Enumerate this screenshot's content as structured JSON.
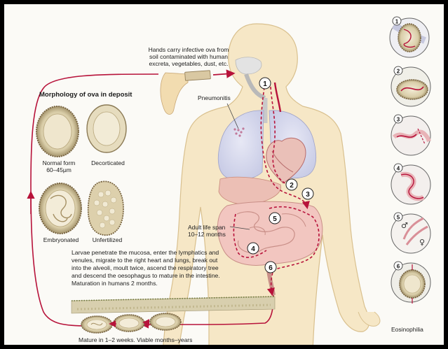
{
  "labels": {
    "hands": [
      "Hands carry infective ova from",
      "soil contaminated with human",
      "excreta, vegetables, dust, etc."
    ],
    "pneumonitis": "Pneumonitis",
    "morphology_title": "Morphology of ova in deposit",
    "normal_form": [
      "Normal form",
      "60–45μm"
    ],
    "decorticated": "Decorticated",
    "embryonated": "Embryonated",
    "unfertilized": "Unfertilized",
    "adult_life": [
      "Adult life span",
      "10–12 months"
    ],
    "larvae_text": [
      "Larvae penetrate the mucosa, enter the lymphatics and",
      "venules, migrate to the right heart and lungs, break out",
      "into the alveoli, moult twice, ascend the respiratory tree",
      "and descend the oesophagus to mature in the intestine.",
      "Maturation in humans 2 months."
    ],
    "mature": "Mature in 1–2 weeks. Viable months–years",
    "eosinophilia": "Eosinophilia"
  },
  "stage_numbers": [
    "1",
    "2",
    "3",
    "4",
    "5",
    "6"
  ],
  "sex_symbols": {
    "male": "♂",
    "female": "♀"
  },
  "colors": {
    "skin": "#f6e7c6",
    "lung": "#d9dbee",
    "intestine": "#f2c6c0",
    "liver": "#ecbfb5",
    "path": "#b7123a",
    "egg_shell": "#8b7a55"
  }
}
